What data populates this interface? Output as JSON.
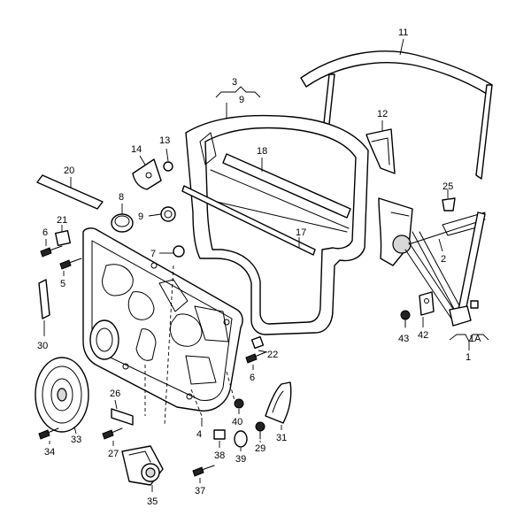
{
  "diagram": {
    "callouts": {
      "c1": "1",
      "c1a": "1A",
      "c2": "2",
      "c3": "3",
      "c4": "4",
      "c5": "5",
      "c6a": "6",
      "c6b": "6",
      "c7": "7",
      "c8": "8",
      "c9a": "9",
      "c9b": "9",
      "c11": "11",
      "c12": "12",
      "c13": "13",
      "c14": "14",
      "c17": "17",
      "c18": "18",
      "c20": "20",
      "c21": "21",
      "c22": "22",
      "c25": "25",
      "c26": "26",
      "c27": "27",
      "c29": "29",
      "c30": "30",
      "c31": "31",
      "c33": "33",
      "c34": "34",
      "c35": "35",
      "c37": "37",
      "c38": "38",
      "c39": "39",
      "c40": "40",
      "c42": "42",
      "c43": "43"
    }
  }
}
